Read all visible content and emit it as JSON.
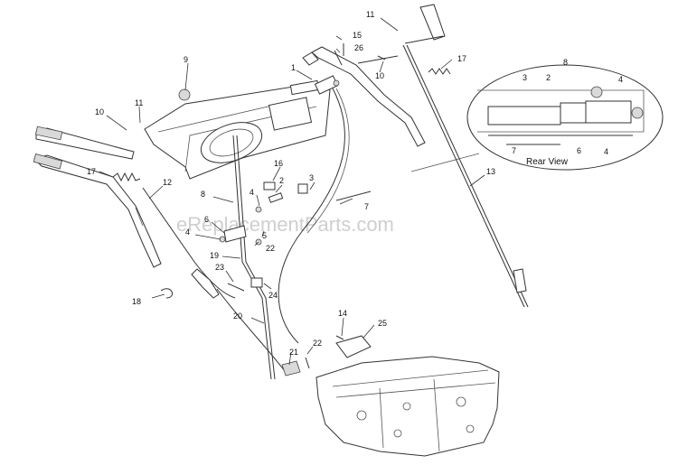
{
  "watermark": "eReplacementParts.com",
  "inset": {
    "title": "Rear View"
  },
  "labels": {
    "l11a": "11",
    "l15": "15",
    "l26": "26",
    "l17a": "17",
    "l10a": "10",
    "l9": "9",
    "l1": "1",
    "l10b": "10",
    "l11b": "11",
    "l17b": "17",
    "l12": "12",
    "l16": "16",
    "l2a": "2",
    "l3a": "3",
    "l4a": "4",
    "l8a": "8",
    "l7a": "7",
    "l6a": "6",
    "l4b": "4",
    "l5": "5",
    "l22a": "22",
    "l19": "19",
    "l23": "23",
    "l24": "24",
    "l18": "18",
    "l20": "20",
    "l14": "14",
    "l25": "25",
    "l21": "21",
    "l22b": "22",
    "l13": "13",
    "r8": "8",
    "r3": "3",
    "r2": "2",
    "r4a": "4",
    "r7": "7",
    "r6": "6",
    "r4b": "4"
  }
}
